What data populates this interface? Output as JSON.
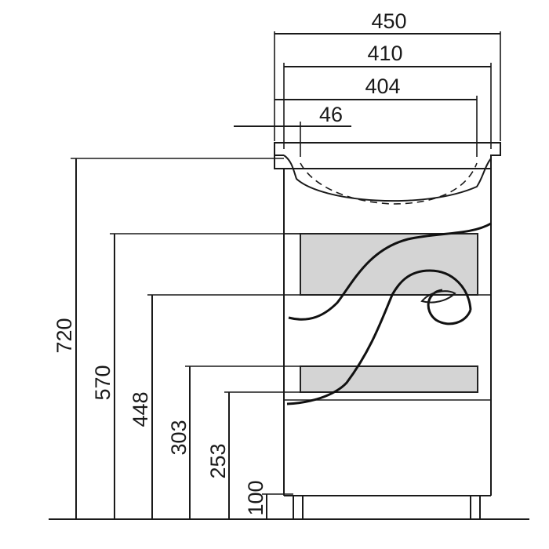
{
  "dimensions": {
    "width_overall": "450",
    "width_cabinet": "410",
    "width_inner": "404",
    "basin_offset": "46",
    "height_total": "720",
    "height_570": "570",
    "height_448": "448",
    "height_303": "303",
    "height_253": "253",
    "height_legs": "100"
  }
}
